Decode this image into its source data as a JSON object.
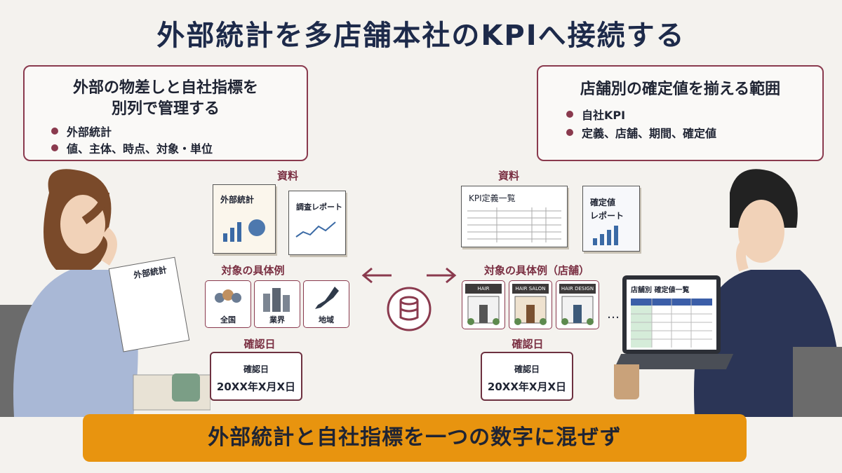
{
  "title": "外部統計を多店舗本社のKPIへ接続する",
  "left_box": {
    "heading_line1": "外部の物差しと自社指標を",
    "heading_line2": "別列で管理する",
    "bullets": [
      "外部統計",
      "値、主体、時点、対象・単位"
    ]
  },
  "right_box": {
    "heading": "店舗別の確定値を揃える範囲",
    "bullets": [
      "自社KPI",
      "定義、店舗、期間、確定値"
    ]
  },
  "left_panel": {
    "materials_label": "資料",
    "doc1_title": "外部統計",
    "doc2_title": "調査レポート",
    "examples_label": "対象の具体例",
    "examples": [
      "全国",
      "業界",
      "地域"
    ],
    "date_label": "確認日",
    "calendar_title": "確認日",
    "calendar_date": "20XX年X月X日",
    "held_doc_title": "外部統計"
  },
  "right_panel": {
    "materials_label": "資料",
    "doc1_title": "KPI定義一覧",
    "doc2_title_line1": "確定値",
    "doc2_title_line2": "レポート",
    "examples_label": "対象の具体例（店舗）",
    "stores": [
      "HAIR",
      "HAIR SALON",
      "HAIR DESIGN"
    ],
    "ellipsis": "…",
    "date_label": "確認日",
    "calendar_title": "確認日",
    "calendar_date": "20XX年X月X日",
    "laptop_title": "店舗別 確定値一覧"
  },
  "bottom_banner": "外部統計と自社指標を一つの数字に混ぜず",
  "colors": {
    "accent": "#8a3a4e",
    "banner": "#e8940f",
    "title": "#1d2a4a"
  }
}
